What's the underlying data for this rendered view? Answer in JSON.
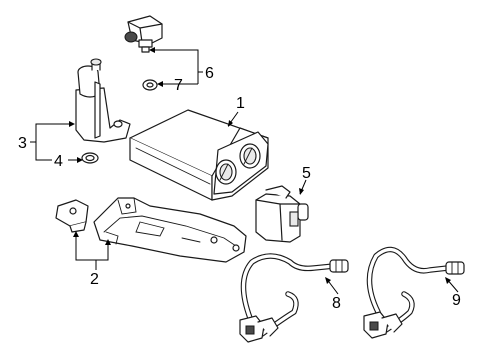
{
  "callouts": {
    "c1": "1",
    "c2": "2",
    "c3": "3",
    "c4": "4",
    "c5": "5",
    "c6": "6",
    "c7": "7",
    "c8": "8",
    "c9": "9"
  },
  "colors": {
    "line": "#1a1a1a",
    "background": "#ffffff",
    "shade": "#e9e9e9"
  }
}
